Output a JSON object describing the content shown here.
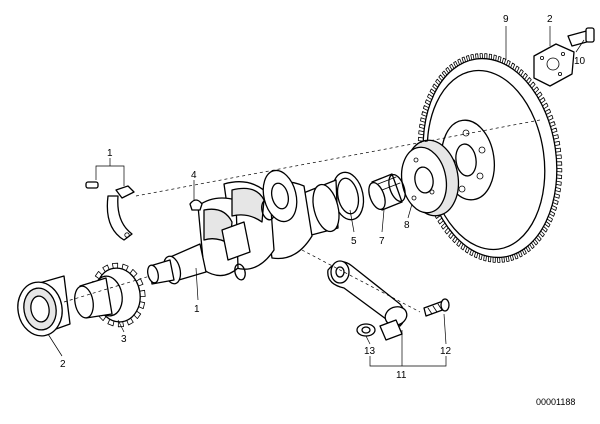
{
  "diagram": {
    "callouts": {
      "c1_top": "1",
      "c4": "4",
      "c1_main": "1",
      "c5": "5",
      "c7": "7",
      "c8": "8",
      "c9": "9",
      "c2_top": "2",
      "c10": "10",
      "c2_bottom": "2",
      "c3": "3",
      "c13": "13",
      "c12": "12",
      "c11": "11"
    },
    "document_number": "00001188"
  }
}
